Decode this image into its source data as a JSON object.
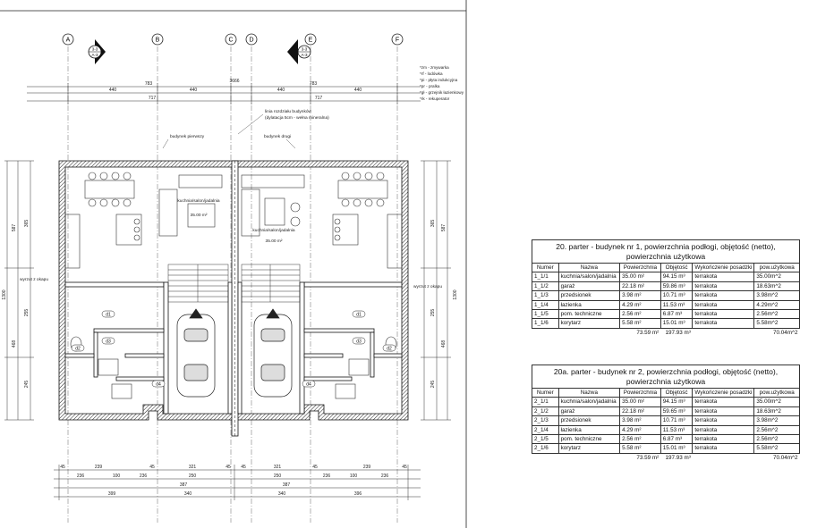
{
  "plan": {
    "axes": [
      {
        "label": "A"
      },
      {
        "label": "B"
      },
      {
        "label": "C"
      },
      {
        "label": "D"
      },
      {
        "label": "E"
      },
      {
        "label": "F"
      }
    ],
    "section_markers": [
      "3-3",
      "A-3",
      "3-3",
      "A-3"
    ],
    "top_dims": {
      "d1": "783",
      "d2": "783",
      "mid": "3666",
      "a1": "440",
      "a2": "440",
      "b1": "440",
      "b2": "440",
      "c1": "717",
      "c2": "717"
    },
    "legend": [
      "*zm - zmywarka",
      "*rf - lodówka",
      "*pi - płyta indukcyjna",
      "*pr - pralka",
      "*gł - grzejnik łazienkowy",
      "*rk - rekuperator"
    ],
    "notes": {
      "division_line": "linia rozdziału budynków",
      "dilatation": "(dylatacja 5cm - wełna mineralna)",
      "building_one": "budynek pierwszy",
      "building_two": "budynek drugi",
      "kitchen_left": "kuchnia/salon/jadalnia",
      "kitchen_left_area": "35.00 m²",
      "kitchen_right": "kuchnia/salon/jadalnia",
      "kitchen_right_area": "35.00 m²",
      "window_left": "wyrzut z okapu",
      "window_right": "wyrzut z okapu"
    },
    "bottom_dims": {
      "r1": [
        "45",
        "239",
        "45",
        "321",
        "45",
        "45",
        "321",
        "45",
        "239",
        "45"
      ],
      "r2": [
        "236",
        "100",
        "236",
        "250",
        "250",
        "236",
        "100",
        "236"
      ],
      "r3": [
        "387",
        "387"
      ],
      "r4": [
        "399",
        "340",
        "340",
        "396"
      ]
    },
    "left_dims": [
      "587",
      "1300",
      "468",
      "365",
      "255",
      "245"
    ],
    "right_dims": [
      "587",
      "1300",
      "468",
      "365",
      "255",
      "245"
    ],
    "room_tags": [
      "d1",
      "d2",
      "d3",
      "d4",
      "d1",
      "d2",
      "d3",
      "d4"
    ]
  },
  "table1": {
    "title": "20. parter - budynek nr 1, powierzchnia podłogi, objętość (netto), powierzchnia użytkowa",
    "headers": [
      "Numer",
      "Nazwa",
      "Powierzchnia",
      "Objętość",
      "Wykończenie posadzki",
      "pow.użytkowa"
    ],
    "rows": [
      [
        "1_1/1",
        "kuchnia/salon/jadalnia",
        "35.00 m²",
        "94.15 m³",
        "terrakota",
        "35.00m^2"
      ],
      [
        "1_1/2",
        "garaż",
        "22.18 m²",
        "59.86 m³",
        "terrakota",
        "18.63m^2"
      ],
      [
        "1_1/3",
        "przedsionek",
        "3.98 m²",
        "10.71 m³",
        "terrakota",
        "3.98m^2"
      ],
      [
        "1_1/4",
        "łazienka",
        "4.29 m²",
        "11.53 m³",
        "terrakota",
        "4.29m^2"
      ],
      [
        "1_1/5",
        "pom. techniczne",
        "2.56 m²",
        "6.87 m³",
        "terrakota",
        "2.56m^2"
      ],
      [
        "1_1/6",
        "korytarz",
        "5.58 m²",
        "15.01 m³",
        "terrakota",
        "5.58m^2"
      ]
    ],
    "totals": {
      "area": "73.59 m²",
      "volume": "197.93 m³",
      "usable": "70.04m^2"
    }
  },
  "table2": {
    "title": "20a. parter - budynek nr 2, powierzchnia podłogi, objętość (netto), powierzchnia użytkowa",
    "headers": [
      "Numer",
      "Nazwa",
      "Powierzchnia",
      "Objętość",
      "Wykończenie posadzki",
      "pow.użytkowa"
    ],
    "rows": [
      [
        "2_1/1",
        "kuchnia/salon/jadalnia",
        "35.00 m²",
        "94.15 m³",
        "terrakota",
        "35.00m^2"
      ],
      [
        "2_1/2",
        "garaż",
        "22.18 m²",
        "59.65 m³",
        "terrakota",
        "18.63m^2"
      ],
      [
        "2_1/3",
        "przedsionek",
        "3.98 m²",
        "10.71 m³",
        "terrakota",
        "3.98m^2"
      ],
      [
        "2_1/4",
        "łazienka",
        "4.29 m²",
        "11.53 m³",
        "terrakota",
        "2.56m^2"
      ],
      [
        "2_1/5",
        "pom. techniczne",
        "2.56 m²",
        "6.87 m³",
        "terrakota",
        "2.56m^2"
      ],
      [
        "2_1/6",
        "korytarz",
        "5.58 m²",
        "15.01 m³",
        "terrakota",
        "5.58m^2"
      ]
    ],
    "totals": {
      "area": "73.59 m²",
      "volume": "197.93 m³",
      "usable": "70.04m^2"
    }
  }
}
